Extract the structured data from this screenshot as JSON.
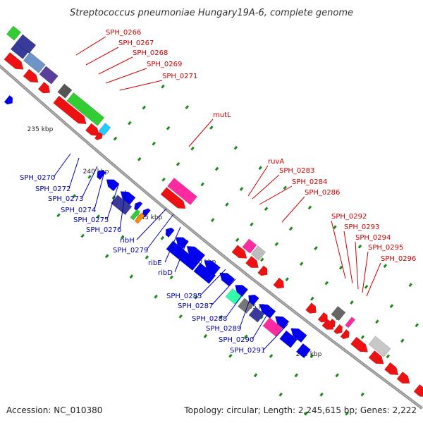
{
  "title": "Streptococcus pneumoniae Hungary19A-6, complete genome",
  "footer": {
    "accession": "Accession: NC_010380",
    "stats": "Topology: circular; Length: 2,245,615 bp; Genes: 2,222"
  },
  "colors": {
    "backbone": "#8c8c8c",
    "forward_label": "#cc0000",
    "reverse_label": "#0000aa",
    "tick": "#1a8a1a"
  },
  "kbp_ticks": [
    "235 kbp",
    "240 kbp",
    "245 kbp",
    "250 kbp",
    "255 kbp",
    "260 kbp"
  ],
  "forward_labels": [
    "SPH_0266",
    "SPH_0267",
    "SPH_0268",
    "SPH_0269",
    "SPH_0271",
    "mutL",
    "ruvA",
    "SPH_0283",
    "SPH_0284",
    "SPH_0286",
    "SPH_0292",
    "SPH_0293",
    "SPH_0294",
    "SPH_0295",
    "SPH_0296"
  ],
  "reverse_labels": [
    "SPH_0270",
    "SPH_0272",
    "SPH_0273",
    "SPH_0274",
    "SPH_0275",
    "SPH_0276",
    "ribH",
    "SPH_0279",
    "ribE",
    "ribD",
    "SPH_0285",
    "SPH_0287",
    "SPH_0288",
    "SPH_0289",
    "SPH_0290",
    "SPH_0291"
  ]
}
